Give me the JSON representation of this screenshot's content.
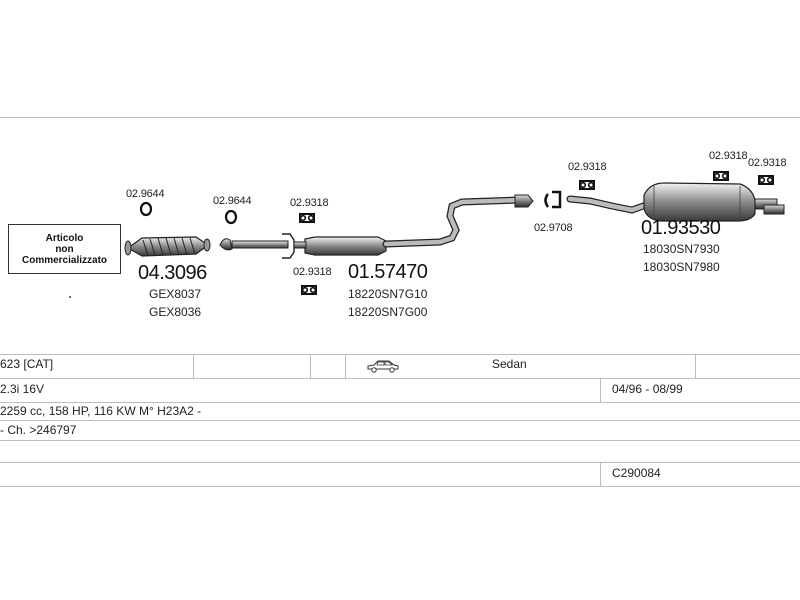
{
  "diagram": {
    "not_sold_badge": [
      "Articolo",
      "non",
      "Commercializzato"
    ],
    "parts": {
      "gasket_1_code": "02.9644",
      "gasket_2_code": "02.9644",
      "rubber_1_code": "02.9318",
      "rubber_2_code": "02.9318",
      "clamp_code": "02.9708",
      "rubber_3_code": "02.9318",
      "rubber_4_code": "02.9318",
      "rubber_5_code": "02.9318",
      "catalyst_code": "04.3096",
      "catalyst_oem": [
        "GEX8037",
        "GEX8036"
      ],
      "middle_code": "01.57470",
      "middle_oem": [
        "18220SN7G10",
        "18220SN7G00"
      ],
      "rear_code": "01.93530",
      "rear_oem": [
        "18030SN7930",
        "18030SN7980"
      ]
    }
  },
  "info": {
    "row1_model": "623  [CAT]",
    "row1_body": "Sedan",
    "row1_car_icon": "sedan-car-icon",
    "row2_engine": "2.3i 16V",
    "row2_years": "04/96 - 08/99",
    "row3_spec": "2259 cc, 158 HP, 116 KW M° H23A2 -",
    "row4_chassis": "- Ch. >246797",
    "row6_kit": "C290084"
  }
}
